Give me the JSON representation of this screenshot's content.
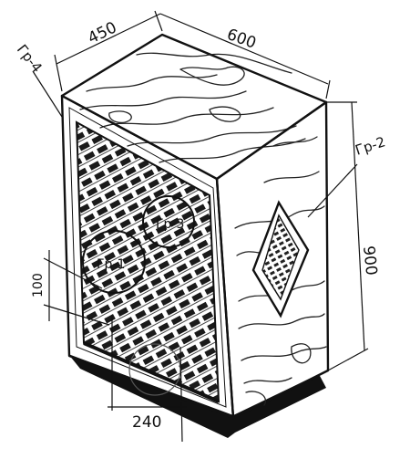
{
  "labels": {
    "depth": "450",
    "width": "600",
    "height": "900",
    "grille_edge": "100",
    "speaker_spacing": "240",
    "group_left": "Гр-4",
    "group_right": "Гр-2",
    "speaker_small": "Гр-3",
    "speaker_large": "Гр-1"
  },
  "colors": {
    "ink": "#111111",
    "paper": "#ffffff"
  }
}
